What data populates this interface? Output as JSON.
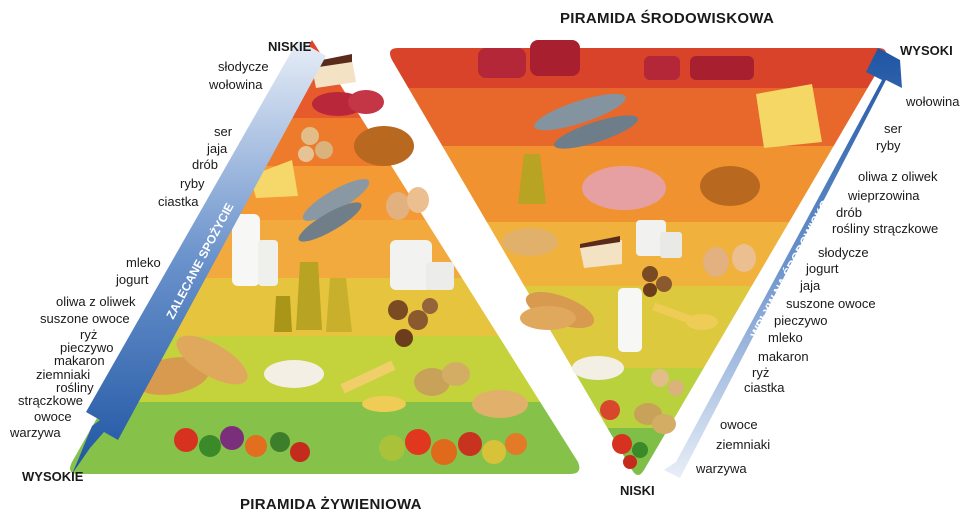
{
  "titles": {
    "env_pyramid": "PIRAMIDA ŚRODOWISKOWA",
    "food_pyramid": "PIRAMIDA ŻYWIENIOWA"
  },
  "left_scale": {
    "top": "NISKIE",
    "bottom": "WYSOKIE",
    "arrow_label": "ZALECANE SPOŻYCIE",
    "items": [
      "słodycze",
      "wołowina",
      "ser",
      "jaja",
      "drób",
      "ryby",
      "ciastka",
      "mleko",
      "jogurt",
      "oliwa z oliwek",
      "suszone owoce",
      "ryż",
      "pieczywo",
      "makaron",
      "ziemniaki",
      "rośliny",
      "strączkowe",
      "owoce",
      "warzywa"
    ]
  },
  "right_scale": {
    "top": "WYSOKI",
    "bottom": "NISKI",
    "arrow_label": "WPŁYW NA ŚRODOWISKO",
    "items": [
      "wołowina",
      "ser",
      "ryby",
      "oliwa z oliwek",
      "wieprzowina",
      "drób",
      "rośliny strączkowe",
      "słodycze",
      "jogurt",
      "jaja",
      "suszone owoce",
      "pieczywo",
      "mleko",
      "makaron",
      "ryż",
      "ciastka",
      "owoce",
      "ziemniaki",
      "warzywa"
    ]
  },
  "colors": {
    "band_red": "#d9472b",
    "band_orange": "#ec7a2a",
    "band_amber": "#f3a13a",
    "band_yellow": "#e9c53b",
    "band_lime": "#bcd43c",
    "band_green": "#7fc04a",
    "arrow_blue": "#2b66b3"
  },
  "food_icons": [
    "cake",
    "meat",
    "cookies",
    "chicken",
    "cheese",
    "fish",
    "eggs",
    "milk",
    "oil",
    "nuts",
    "bread",
    "rice",
    "pasta",
    "potatoes",
    "chickpeas",
    "vegetables",
    "fruits",
    "pork"
  ]
}
